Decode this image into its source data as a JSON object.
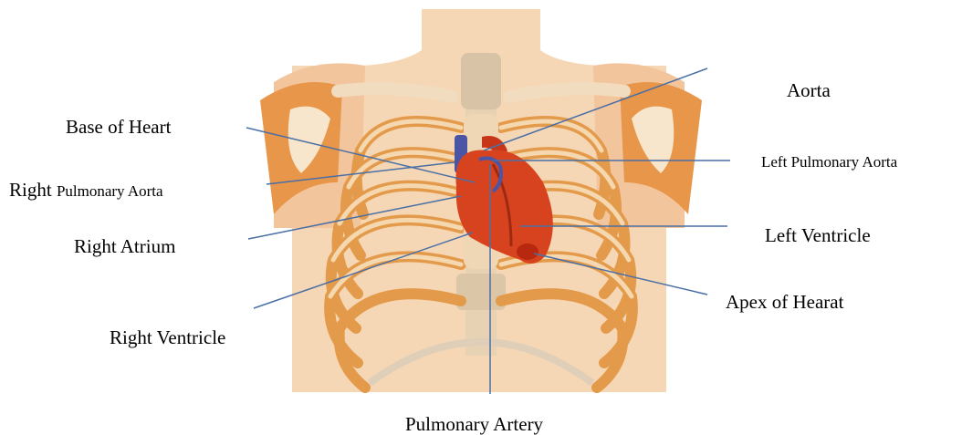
{
  "labels": {
    "aorta": "Aorta",
    "base_of_heart": "Base of Heart",
    "left_pulmonary_aorta": "Left Pulmonary Aorta",
    "right_pulmonary_aorta_prefix": "Right ",
    "right_pulmonary_aorta_rest": "Pulmonary Aorta",
    "right_atrium": "Right Atrium",
    "left_ventricle": "Left Ventricle",
    "apex_of_heart": "Apex of Hearat",
    "right_ventricle": "Right Ventricle",
    "pulmonary_artery": "Pulmonary Artery"
  },
  "colors": {
    "leader_line": "#4a6fa5",
    "skin": "#f6d7b5",
    "bone": "#f0d3a6",
    "rib_orange": "#e39a4a",
    "heart": "#d8431f",
    "vessel_blue": "#4b55a6"
  }
}
